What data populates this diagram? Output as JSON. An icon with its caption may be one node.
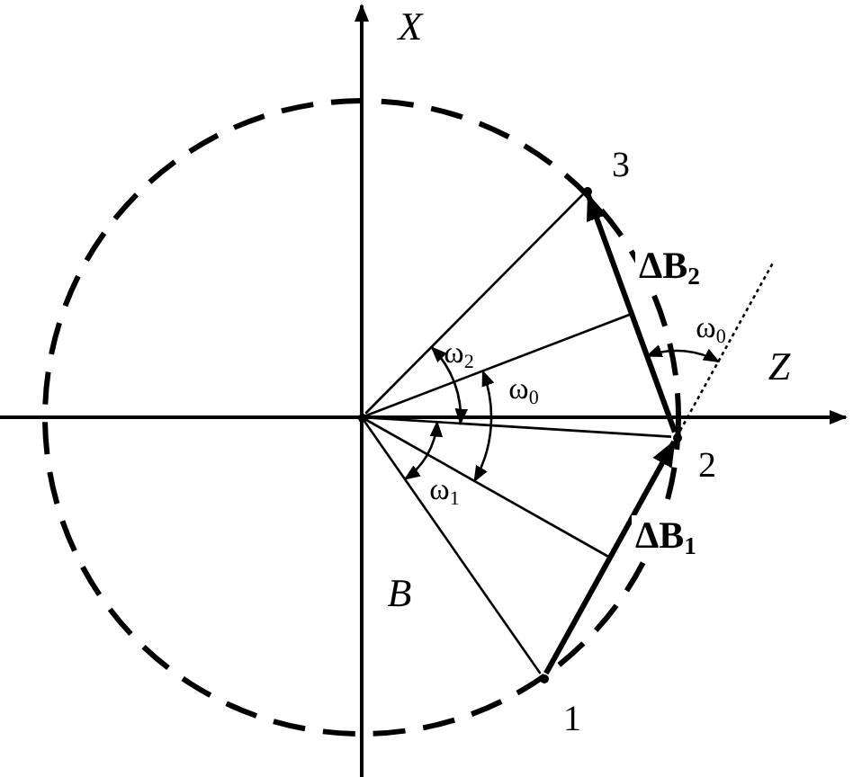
{
  "diagram": {
    "nodes": [
      {
        "text": [],
        "shape": "dot"
      },
      {
        "text": [],
        "shape": "dot",
        "beside": [
          "1"
        ]
      },
      {
        "text": [],
        "shape": "dot",
        "beside": [
          "2"
        ]
      },
      {
        "text": [],
        "shape": "dot",
        "beside": [
          "3"
        ]
      }
    ],
    "edges": [
      {
        "from": 0,
        "to": 1,
        "arrow": "none"
      },
      {
        "from": 0,
        "to": 2,
        "arrow": "none"
      },
      {
        "from": 0,
        "to": 3,
        "arrow": "none"
      },
      {
        "from": 1,
        "to": 2,
        "arrow": "to",
        "style": "thick",
        "label": "ΔB$_{1}$"
      },
      {
        "from": 2,
        "to": 3,
        "arrow": "to",
        "style": "thick",
        "label": "ΔB$_{2}$"
      }
    ],
    "labels": [
      "X",
      "Z",
      "ω$_{2}$",
      "ω$_{0}$",
      "ω$_{1}$",
      "ω$_{0}$",
      "B"
    ]
  }
}
